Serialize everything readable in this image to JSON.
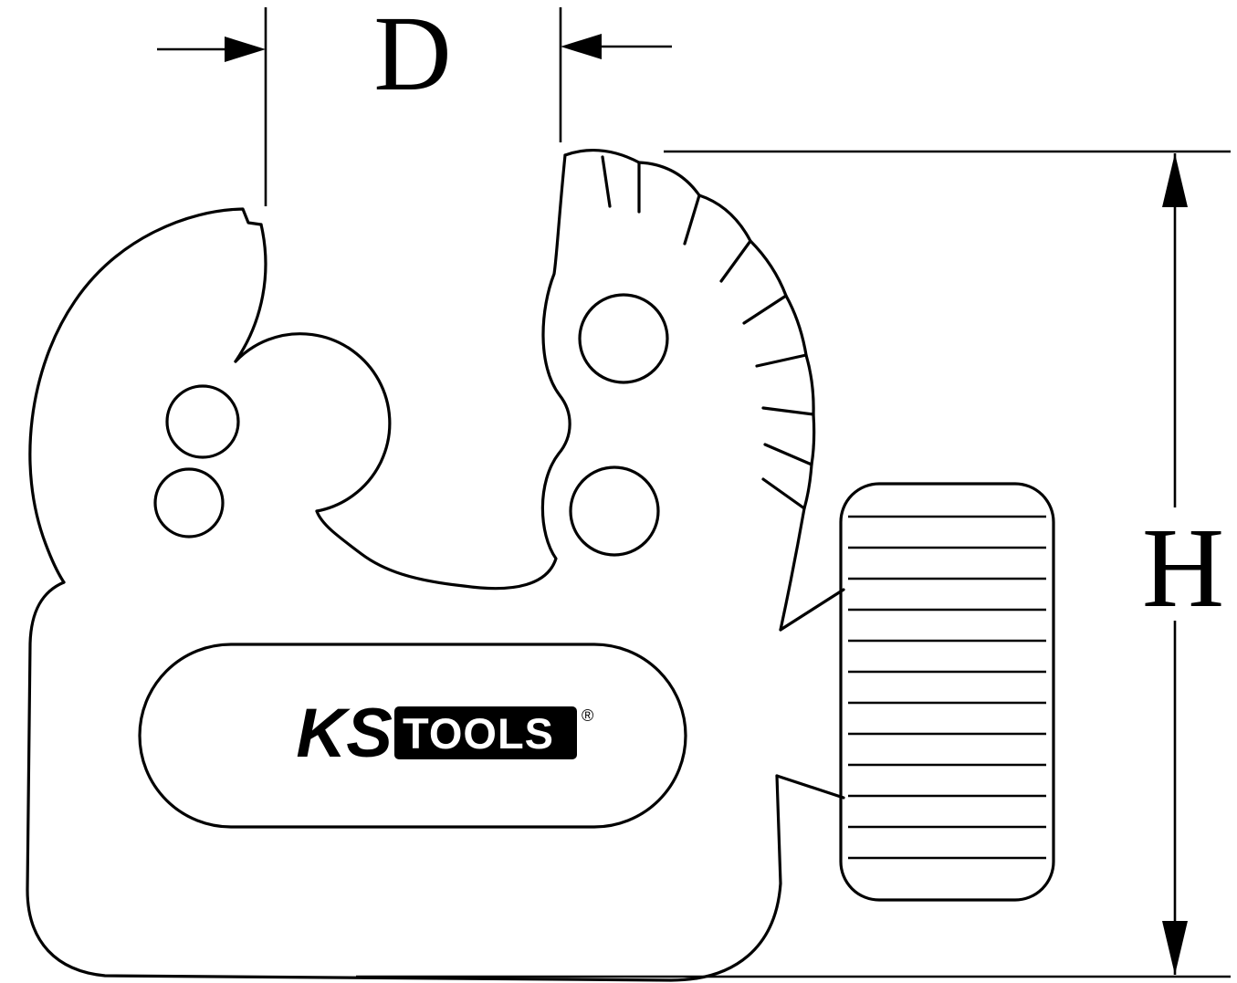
{
  "page": {
    "background": "#ffffff",
    "line_color": "#000000"
  },
  "dimensions": {
    "d_label": "D",
    "h_label": "H"
  },
  "logo": {
    "ks": "KS",
    "tools": "TOOLS",
    "registered": "®"
  }
}
